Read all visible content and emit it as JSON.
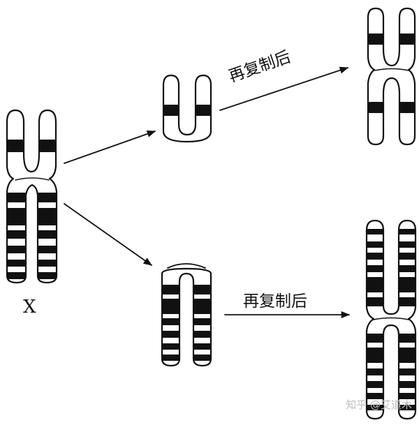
{
  "labels": {
    "chromosome": "X",
    "arrow_top": "再复制后",
    "arrow_bottom": "再复制后"
  },
  "watermark": "知乎 @艾道木",
  "colors": {
    "outline": "#111111",
    "band": "#111111",
    "background": "#ffffff",
    "watermark": "#bdbdbd"
  }
}
